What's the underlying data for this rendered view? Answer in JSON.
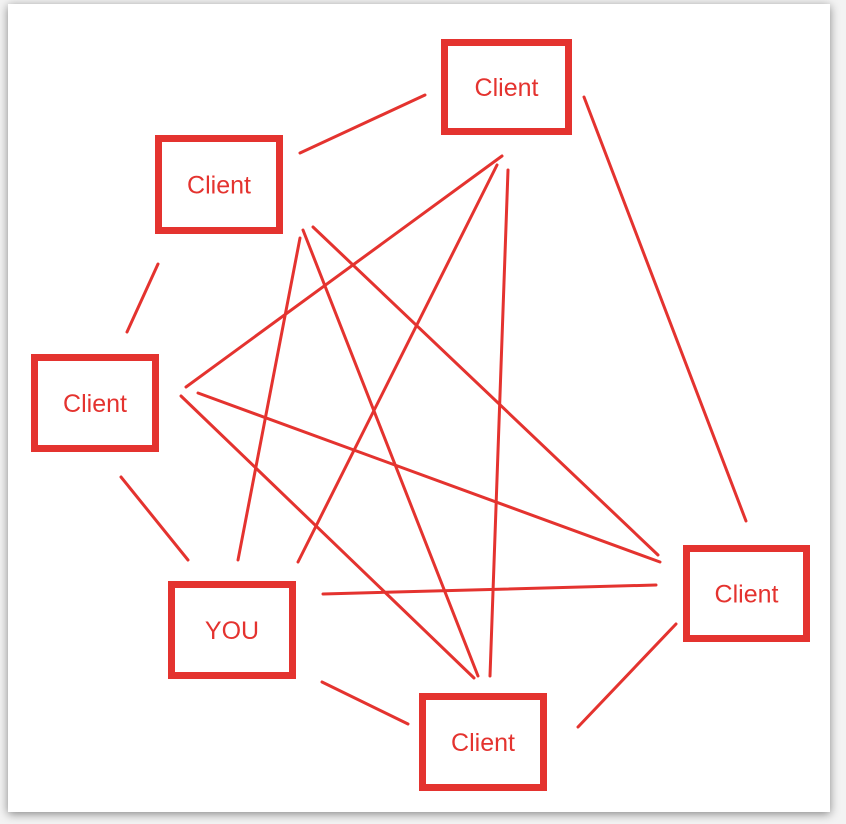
{
  "colors": {
    "accent": "#e4332f",
    "background": "#ffffff"
  },
  "nodes": [
    {
      "id": "client-top",
      "label": "Client"
    },
    {
      "id": "client-upper-left",
      "label": "Client"
    },
    {
      "id": "client-left",
      "label": "Client"
    },
    {
      "id": "you",
      "label": "YOU"
    },
    {
      "id": "client-bottom",
      "label": "Client"
    },
    {
      "id": "client-right",
      "label": "Client"
    }
  ],
  "edges": [
    [
      "client-upper-left",
      "client-top"
    ],
    [
      "client-upper-left",
      "client-left"
    ],
    [
      "client-upper-left",
      "you"
    ],
    [
      "client-upper-left",
      "client-bottom"
    ],
    [
      "client-upper-left",
      "client-right"
    ],
    [
      "client-top",
      "client-left"
    ],
    [
      "client-top",
      "you"
    ],
    [
      "client-top",
      "client-bottom"
    ],
    [
      "client-top",
      "client-right"
    ],
    [
      "client-left",
      "you"
    ],
    [
      "client-left",
      "client-bottom"
    ],
    [
      "client-left",
      "client-right"
    ],
    [
      "you",
      "client-right"
    ],
    [
      "you",
      "client-bottom"
    ],
    [
      "client-bottom",
      "client-right"
    ]
  ]
}
